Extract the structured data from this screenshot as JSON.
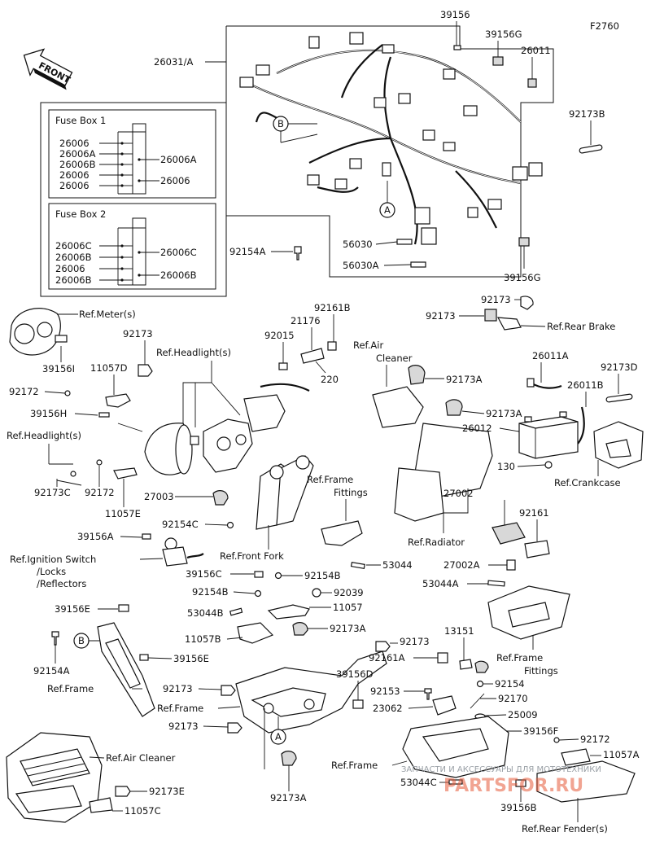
{
  "figure_code": "F2760",
  "front_label": "FRONT",
  "callouts": {
    "A": "A",
    "B": "B"
  },
  "fuse_box_1": {
    "title": "Fuse Box 1",
    "left": [
      "26006",
      "26006A",
      "26006B",
      "26006",
      "26006"
    ],
    "right": [
      "26006A",
      "26006"
    ]
  },
  "fuse_box_2": {
    "title": "Fuse Box 2",
    "left": [
      "26006C",
      "26006B",
      "26006",
      "26006B"
    ],
    "right": [
      "26006C",
      "26006B"
    ]
  },
  "labels": {
    "p39156_top": "39156",
    "p39156G_top": "39156G",
    "p26011": "26011",
    "p26031A": "26031/A",
    "p92173B": "92173B",
    "p92154A_top": "92154A",
    "p56030": "56030",
    "p56030A": "56030A",
    "p39156G_bot": "39156G",
    "ref_meter": "Ref.Meter(s)",
    "p92173_meter": "92173",
    "p39156I": "39156I",
    "p11057D": "11057D",
    "p92172_left": "92172",
    "p39156H": "39156H",
    "ref_headlight_left": "Ref.Headlight(s)",
    "p92173C": "92173C",
    "p92172_mid": "92172",
    "p11057E": "11057E",
    "ref_headlight_top": "Ref.Headlight(s)",
    "p92015": "92015",
    "p21176": "21176",
    "p92161B": "92161B",
    "p220": "220",
    "ref_air_cleaner_top_1": "Ref.Air",
    "ref_air_cleaner_top_2": "Cleaner",
    "p92173A_1": "92173A",
    "p92173A_2": "92173A",
    "p92173_rb1": "92173",
    "p92173_rb2": "92173",
    "ref_rear_brake": "Ref.Rear Brake",
    "p26011A": "26011A",
    "p92173D": "92173D",
    "p26011B": "26011B",
    "p26012": "26012",
    "p130": "130",
    "ref_crankcase": "Ref.Crankcase",
    "p27003": "27003",
    "ref_frame_fittings_1": "Ref.Frame",
    "ref_frame_fittings_2": "Fittings",
    "p92154C": "92154C",
    "p39156A": "39156A",
    "ref_ignition_1": "Ref.Ignition Switch",
    "ref_ignition_2": "/Locks",
    "ref_ignition_3": "/Reflectors",
    "ref_front_fork": "Ref.Front Fork",
    "ref_radiator": "Ref.Radiator",
    "p27002": "27002",
    "p92161": "92161",
    "p53044_mid": "53044",
    "p27002A": "27002A",
    "p53044A": "53044A",
    "p39156C": "39156C",
    "p92154B_1": "92154B",
    "p92154B_2": "92154B",
    "p92039": "92039",
    "p53044B": "53044B",
    "p11057": "11057",
    "p39156E_1": "39156E",
    "p11057B": "11057B",
    "p92173A_3": "92173A",
    "p92173_mid": "92173",
    "p13151": "13151",
    "p92161A": "92161A",
    "p92154A_left": "92154A",
    "p39156E_2": "39156E",
    "ref_frame_left": "Ref.Frame",
    "p39156D": "39156D",
    "p92154": "92154",
    "p92173_lower1": "92173",
    "ref_frame_center": "Ref.Frame",
    "p92153": "92153",
    "p92170": "92170",
    "p23062": "23062",
    "p25009": "25009",
    "p92173_lower2": "92173",
    "p39156F": "39156F",
    "p92172_right": "92172",
    "p11057A": "11057A",
    "ref_frame_fittings_r1": "Ref.Frame",
    "ref_frame_fittings_r2": "Fittings",
    "ref_air_cleaner_bot": "Ref.Air Cleaner",
    "ref_frame_bot": "Ref.Frame",
    "p53044C": "53044C",
    "p92173E": "92173E",
    "p11057C": "11057C",
    "p92173A_4": "92173A",
    "p39156B": "39156B",
    "ref_rear_fender": "Ref.Rear Fender(s)"
  },
  "watermark": {
    "text": "ЗАПЧАСТИ И АКСЕССУАРЫ ДЛЯ МОТОТЕХНИКИ",
    "brand": "PARTSFOR.RU"
  }
}
